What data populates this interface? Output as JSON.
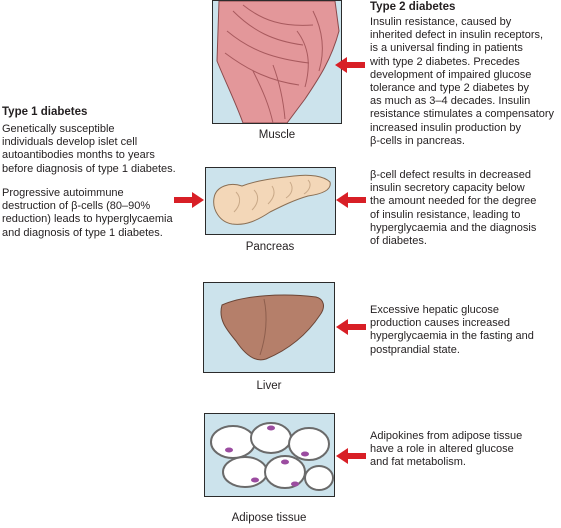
{
  "colors": {
    "panel_bg": "#cce3ec",
    "arrow": "#d81f26",
    "muscle": "#e3979a",
    "pancreas": "#f3d7b8",
    "liver": "#b57f6a",
    "adipose_nucleus": "#9b4ca0"
  },
  "organs": {
    "muscle": "Muscle",
    "pancreas": "Pancreas",
    "liver": "Liver",
    "adipose": "Adipose tissue"
  },
  "type1": {
    "title": "Type 1 diabetes",
    "p1": "Genetically susceptible\nindividuals develop islet cell\nautoantibodies months to years\nbefore diagnosis of type 1 diabetes.",
    "p2": "Progressive autoimmune\ndestruction of β-cells (80–90%\nreduction) leads to hyperglycaemia\nand diagnosis of type 1 diabetes."
  },
  "type2": {
    "title": "Type 2 diabetes",
    "muscle_text": "Insulin resistance, caused by\ninherited defect in insulin receptors,\nis a universal finding in patients\nwith type 2 diabetes. Precedes\ndevelopment of impaired glucose\ntolerance and type 2 diabetes by\nas much as 3–4 decades. Insulin\nresistance stimulates a compensatory\nincreased insulin production by\nβ-cells in pancreas.",
    "pancreas_text": "β-cell defect results in decreased\ninsulin secretory capacity below\nthe amount needed for the degree\nof insulin resistance, leading to\nhyperglycaemia and the diagnosis\nof diabetes.",
    "liver_text": "Excessive hepatic glucose\nproduction causes increased\nhyperglycaemia in the fasting and\npostprandial state.",
    "adipose_text": "Adipokines from adipose tissue\nhave a role in altered glucose\nand fat metabolism."
  }
}
